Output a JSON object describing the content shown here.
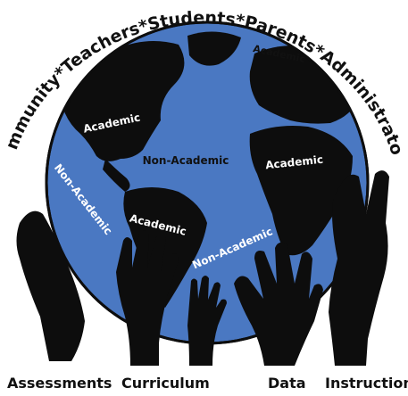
{
  "arc_text": "*Community*Teachers*Students*Parents*Administrators*",
  "globe": {
    "ocean_color": "#4a78c2",
    "land_color": "#0d0d0d",
    "labels": {
      "academic_north_america": "Academic",
      "academic_north_europe": "Academic",
      "academic_africa": "Academic",
      "academic_south_america": "Academic",
      "non_academic_atlantic": "Non-Academic",
      "non_academic_pacific": "Non-Academic",
      "non_academic_south": "Non-Academic"
    }
  },
  "hands_color": "#0d0d0d",
  "bottom_labels": {
    "assessments": "Assessments",
    "curriculum": "Curriculum",
    "data": "Data",
    "instruction": "Instruction"
  }
}
